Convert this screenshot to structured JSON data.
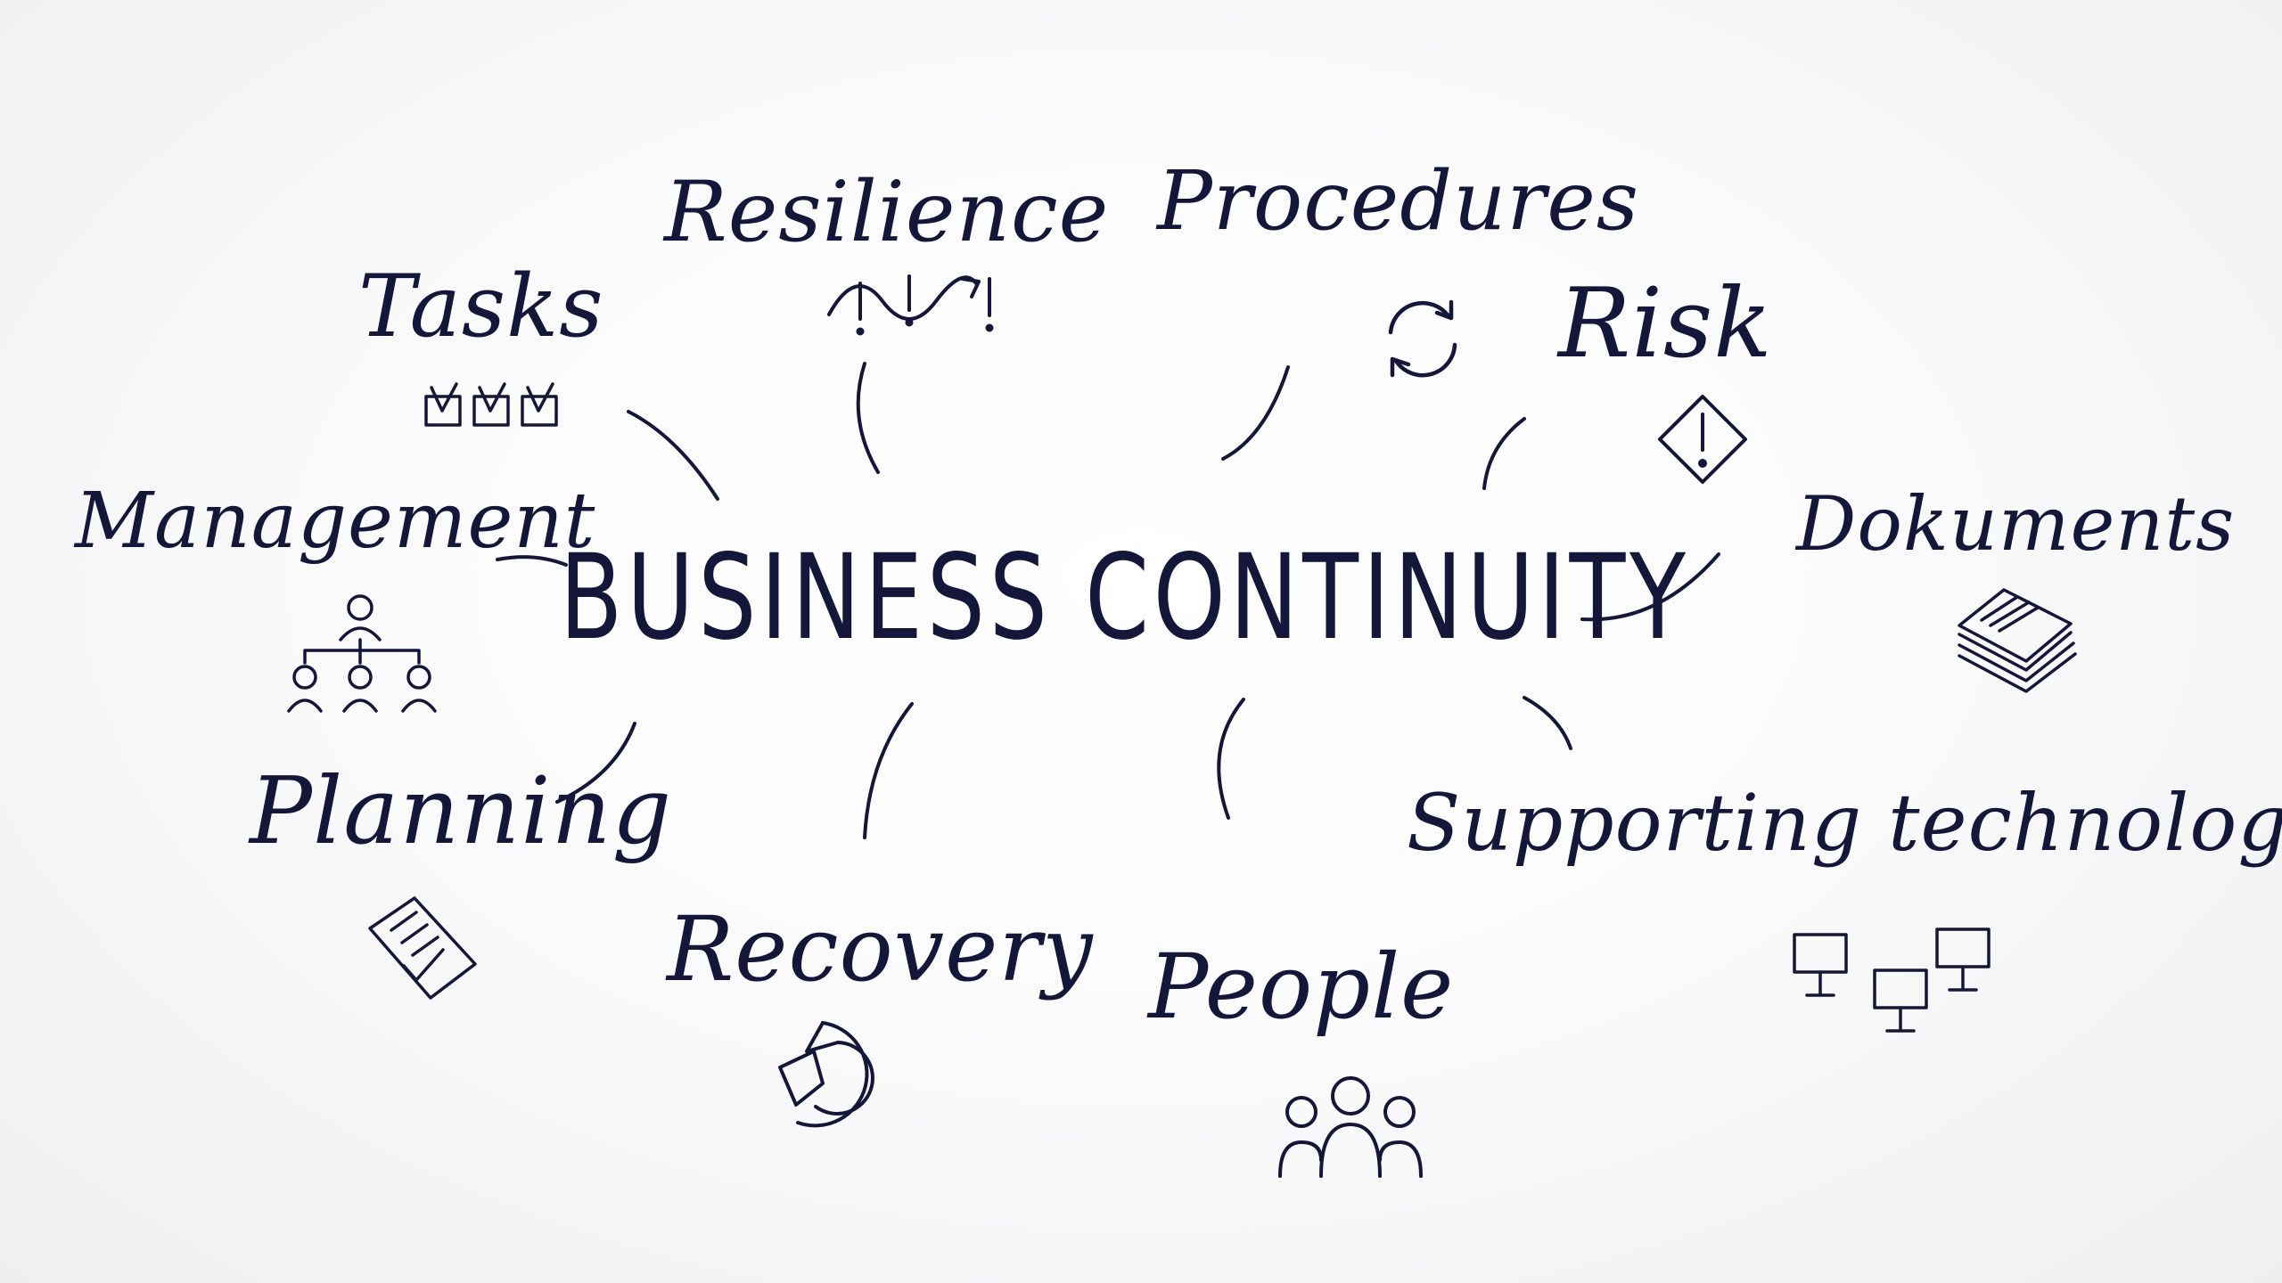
{
  "center": {
    "title": "BUSINESS CONTINUITY"
  },
  "topics": {
    "tasks": "Tasks",
    "resilience": "Resilience",
    "procedures": "Procedures",
    "risk": "Risk",
    "management": "Management",
    "dokuments": "Dokuments",
    "planning": "Planning",
    "recovery": "Recovery",
    "people": "People",
    "supporting_technology": "Supporting technology"
  },
  "icons": {
    "tasks": "checkbox-icon",
    "resilience": "wave-exclamation-icon",
    "procedures": "cycle-arrows-icon",
    "risk": "warning-diamond-icon",
    "management": "org-chart-icon",
    "dokuments": "document-stack-icon",
    "planning": "checklist-icon",
    "recovery": "recovery-arrow-icon",
    "people": "group-people-icon",
    "supporting_technology": "network-computers-icon"
  },
  "colors": {
    "ink": "#14163a",
    "background": "#f7f7f8"
  }
}
